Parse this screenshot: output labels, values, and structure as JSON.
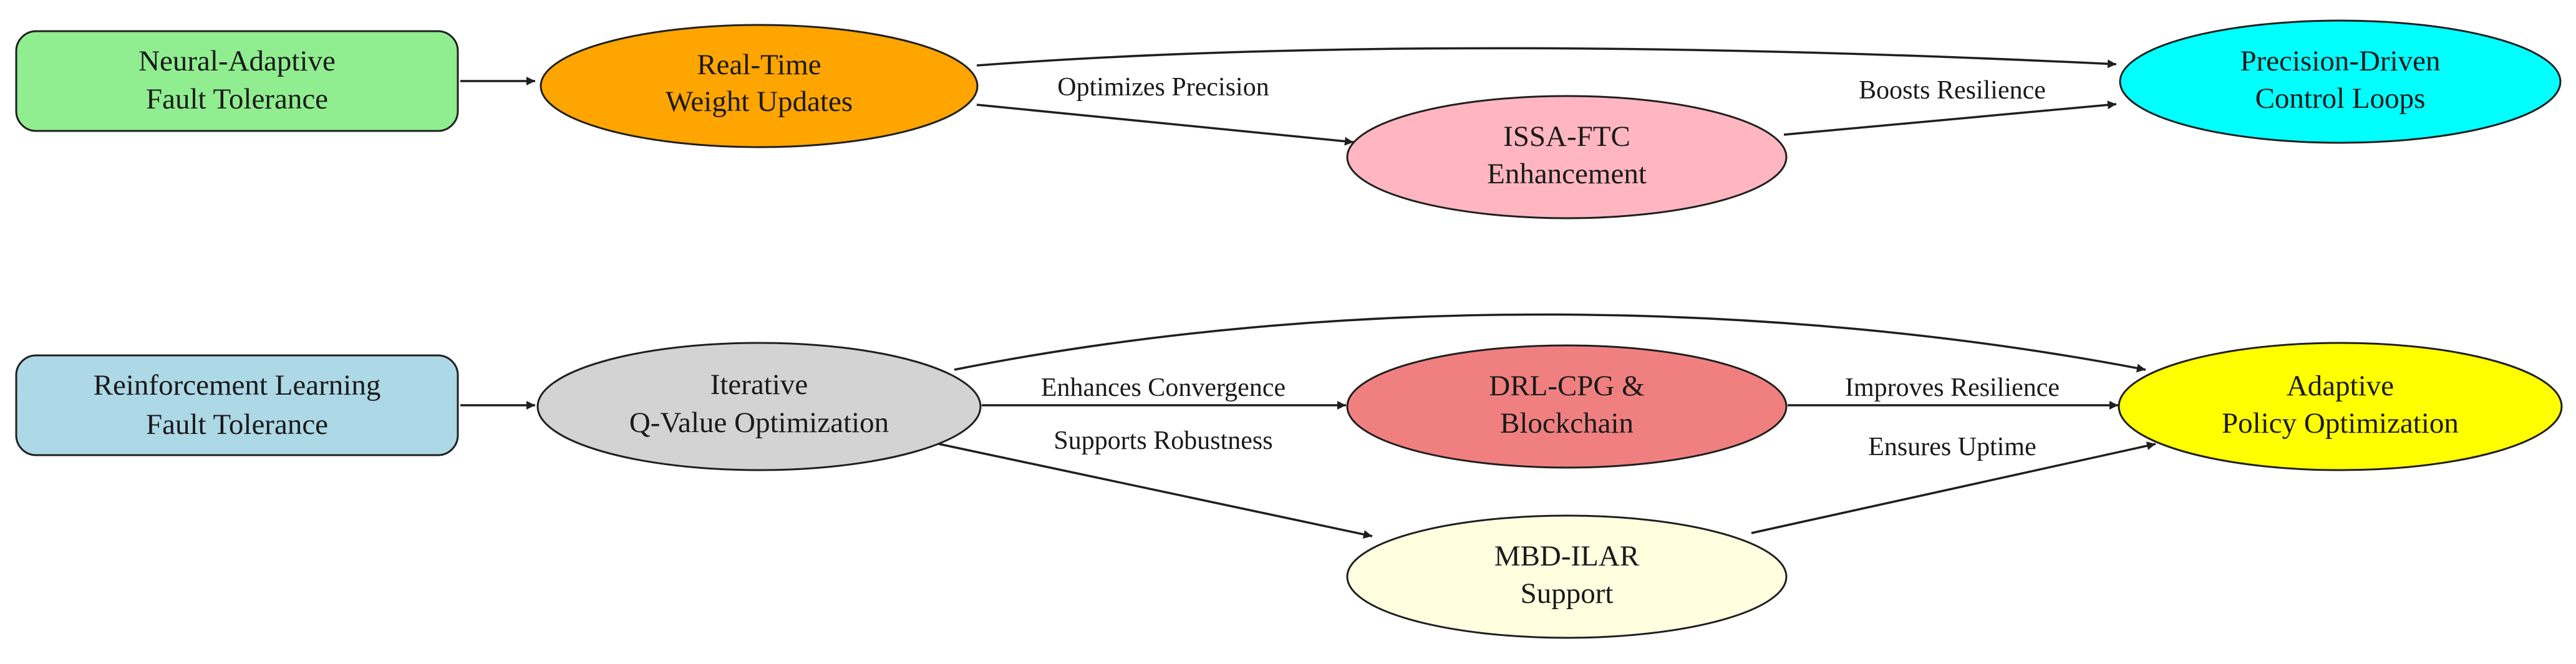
{
  "nodes": {
    "neural_adaptive": {
      "line1": "Neural-Adaptive",
      "line2": "Fault Tolerance",
      "color": "#90EE90"
    },
    "real_time": {
      "line1": "Real-Time",
      "line2": "Weight Updates",
      "color": "#FFA500"
    },
    "issa_ftc": {
      "line1": "ISSA-FTC",
      "line2": "Enhancement",
      "color": "#FFB6C1"
    },
    "precision_driven": {
      "line1": "Precision-Driven",
      "line2": "Control Loops",
      "color": "#00FFFF"
    },
    "reinforcement": {
      "line1": "Reinforcement Learning",
      "line2": "Fault Tolerance",
      "color": "#ADD8E6"
    },
    "iterative": {
      "line1": "Iterative",
      "line2": "Q-Value Optimization",
      "color": "#D3D3D3"
    },
    "drl_cpg": {
      "line1": "DRL-CPG &",
      "line2": "Blockchain",
      "color": "#F08080"
    },
    "mbd_ilar": {
      "line1": "MBD-ILAR",
      "line2": "Support",
      "color": "#FFFFE0"
    },
    "adaptive_policy": {
      "line1": "Adaptive",
      "line2": "Policy Optimization",
      "color": "#FFFF00"
    }
  },
  "edge_labels": {
    "optimizes_precision": "Optimizes Precision",
    "boosts_resilience": "Boosts Resilience",
    "enhances_convergence": "Enhances Convergence",
    "supports_robustness": "Supports Robustness",
    "improves_resilience": "Improves Resilience",
    "ensures_uptime": "Ensures Uptime"
  },
  "colors": {
    "stroke": "#1f1f1f",
    "background": "#ffffff"
  }
}
